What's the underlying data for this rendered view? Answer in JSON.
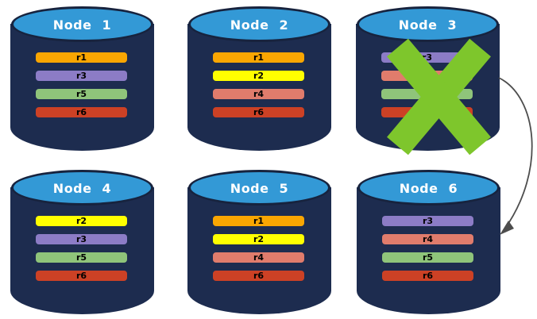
{
  "colors": {
    "cylinder_body": "#1D2C4F",
    "cylinder_border": "#17233E",
    "cylinder_top": "#3399D6",
    "title_text": "#FFFFFF",
    "bar_text": "#000000",
    "failure_x": "#7EC62C",
    "arrow": "#4D4D4D"
  },
  "nodes": [
    {
      "id": "node-1",
      "title": "Node 1",
      "failed": false,
      "replicas": [
        {
          "label": "r1",
          "color": "#F9A602"
        },
        {
          "label": "r3",
          "color": "#8C7CC6"
        },
        {
          "label": "r5",
          "color": "#8FC47A"
        },
        {
          "label": "r6",
          "color": "#CC4125"
        }
      ]
    },
    {
      "id": "node-2",
      "title": "Node 2",
      "failed": false,
      "replicas": [
        {
          "label": "r1",
          "color": "#F9A602"
        },
        {
          "label": "r2",
          "color": "#FFFF00"
        },
        {
          "label": "r4",
          "color": "#E07C6C"
        },
        {
          "label": "r6",
          "color": "#CC4125"
        }
      ]
    },
    {
      "id": "node-3",
      "title": "Node 3",
      "failed": true,
      "replicas": [
        {
          "label": "r3",
          "color": "#8C7CC6"
        },
        {
          "label": "r4",
          "color": "#E07C6C"
        },
        {
          "label": "r5",
          "color": "#8FC47A"
        },
        {
          "label": "r6",
          "color": "#CC4125"
        }
      ]
    },
    {
      "id": "node-4",
      "title": "Node 4",
      "failed": false,
      "replicas": [
        {
          "label": "r2",
          "color": "#FFFF00"
        },
        {
          "label": "r3",
          "color": "#8C7CC6"
        },
        {
          "label": "r5",
          "color": "#8FC47A"
        },
        {
          "label": "r6",
          "color": "#CC4125"
        }
      ]
    },
    {
      "id": "node-5",
      "title": "Node 5",
      "failed": false,
      "replicas": [
        {
          "label": "r1",
          "color": "#F9A602"
        },
        {
          "label": "r2",
          "color": "#FFFF00"
        },
        {
          "label": "r4",
          "color": "#E07C6C"
        },
        {
          "label": "r6",
          "color": "#CC4125"
        }
      ]
    },
    {
      "id": "node-6",
      "title": "Node 6",
      "failed": false,
      "replicas": [
        {
          "label": "r3",
          "color": "#8C7CC6"
        },
        {
          "label": "r4",
          "color": "#E07C6C"
        },
        {
          "label": "r5",
          "color": "#8FC47A"
        },
        {
          "label": "r6",
          "color": "#CC4125"
        }
      ]
    }
  ],
  "arrow": {
    "from": "Node 3",
    "to": "Node 6"
  }
}
